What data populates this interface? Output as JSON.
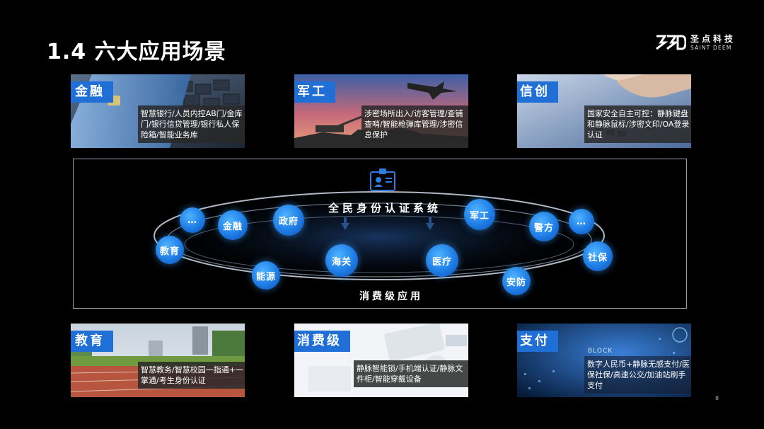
{
  "slide": {
    "title": "1.4 六大应用场景",
    "page_number": "8"
  },
  "logo": {
    "name_cn": "圣点科技",
    "name_en": "SAINT DEEM"
  },
  "cards": [
    {
      "tag": "金融",
      "desc": "智慧银行/人员内控AB门/金库门/银行信贷管理/银行私人保险箱/智能业务库"
    },
    {
      "tag": "军工",
      "desc": "涉密场所出入/访客管理/查铺查哨/智能枪弹库管理/涉密信息保护"
    },
    {
      "tag": "信创",
      "desc": "国家安全自主可控：静脉键盘和静脉鼠标/涉密文印/OA登录认证"
    },
    {
      "tag": "教育",
      "desc": "智慧教务/智慧校园一指通+一掌通/考生身份认证"
    },
    {
      "tag": "消费级",
      "desc": "静脉智能锁/手机端认证/静脉文件柜/智能穿戴设备"
    },
    {
      "tag": "支付",
      "desc": "数字人民币+静脉无感支付/医保社保/高速公交/加油站刷手支付"
    }
  ],
  "diagram": {
    "system_label": "全民身份认证系统",
    "consumer_label": "消费级应用",
    "nodes": [
      "…",
      "金融",
      "政府",
      "军工",
      "警方",
      "…",
      "教育",
      "社保",
      "海关",
      "医疗",
      "能源",
      "安防"
    ],
    "card_text": "BLOCK"
  }
}
